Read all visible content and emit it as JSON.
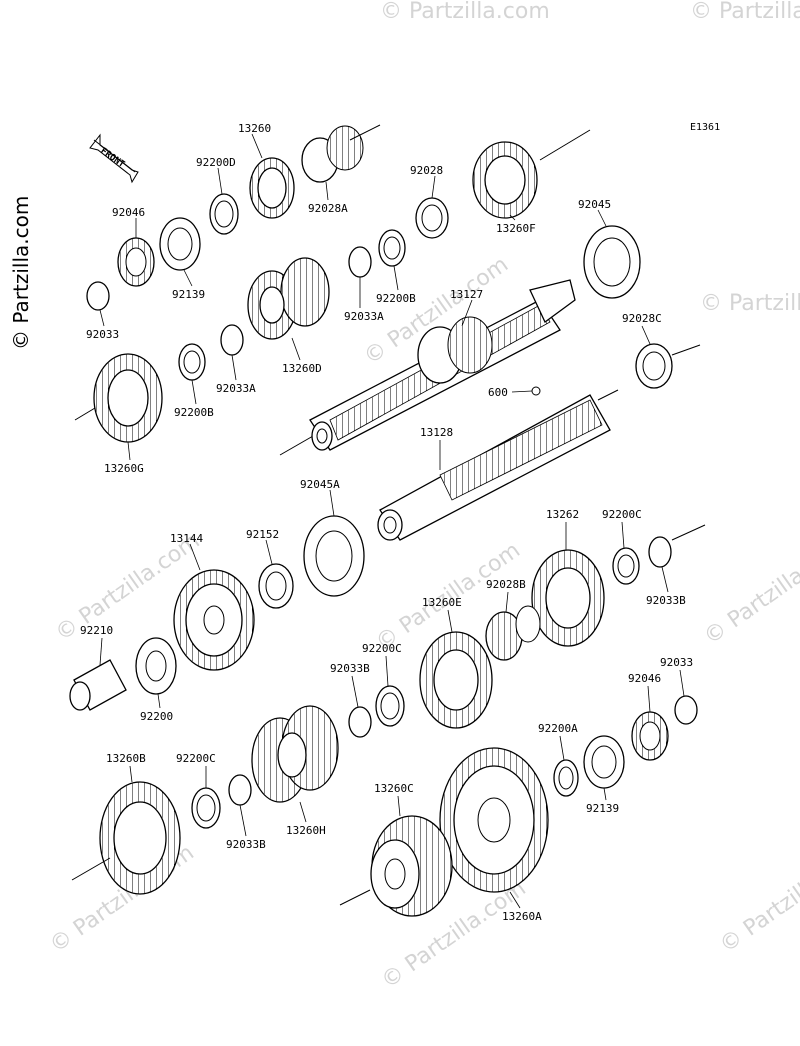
{
  "diagram_code": "E1361",
  "front_label": "FRONT",
  "watermark": "© Partzilla.com",
  "watermark_side": "© Partzilla.com",
  "labels": {
    "p13260": "13260",
    "p92200D": "92200D",
    "p92046_top": "92046",
    "p92139_top": "92139",
    "p92033_top": "92033",
    "p92028A": "92028A",
    "p92028": "92028",
    "p13260F": "13260F",
    "p92045": "92045",
    "p92200B_top": "92200B",
    "p92033A_top": "92033A",
    "p13127": "13127",
    "p13260D": "13260D",
    "p92033A_mid": "92033A",
    "p92200B_mid": "92200B",
    "p13260G": "13260G",
    "p92028C": "92028C",
    "p600": "600",
    "p13128": "13128",
    "p92045A": "92045A",
    "p92152": "92152",
    "p13144": "13144",
    "p13262": "13262",
    "p92200C_r": "92200C",
    "p92033B_r": "92033B",
    "p92028B": "92028B",
    "p13260E": "13260E",
    "p92210": "92210",
    "p92200": "92200",
    "p92200C_m": "92200C",
    "p92033B_m": "92033B",
    "p92033_b": "92033",
    "p92046_b": "92046",
    "p92200A": "92200A",
    "p92139_b": "92139",
    "p13260B": "13260B",
    "p92200C_l": "92200C",
    "p92033B_l": "92033B",
    "p13260H": "13260H",
    "p13260C": "13260C",
    "p13260A": "13260A"
  }
}
